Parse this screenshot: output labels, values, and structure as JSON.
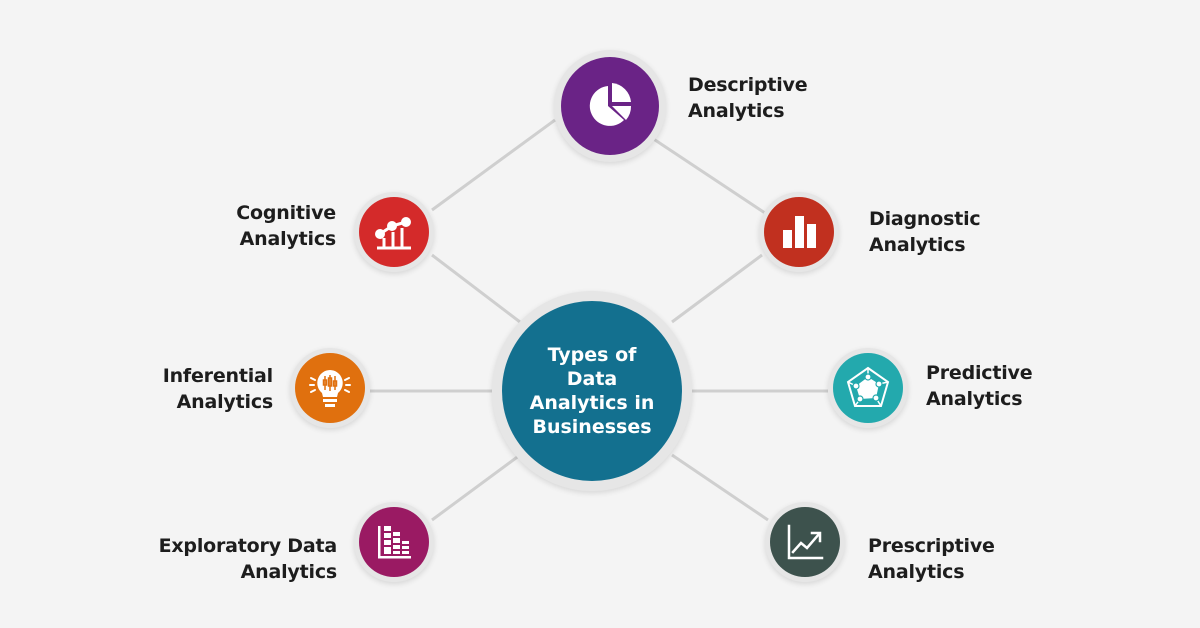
{
  "center": {
    "lines": [
      "Types of",
      "Data",
      "Analytics in",
      "Businesses"
    ],
    "color": "#13708f"
  },
  "nodes": [
    {
      "id": "descriptive",
      "lines": [
        "Descriptive",
        "Analytics"
      ],
      "icon": "pie-chart-icon",
      "color": "#6a2386"
    },
    {
      "id": "cognitive",
      "lines": [
        "Cognitive",
        "Analytics"
      ],
      "icon": "line-bar-chart-icon",
      "color": "#d42a2a"
    },
    {
      "id": "diagnostic",
      "lines": [
        "Diagnostic",
        "Analytics"
      ],
      "icon": "bar-chart-icon",
      "color": "#c1301f"
    },
    {
      "id": "inferential",
      "lines": [
        "Inferential",
        "Analytics"
      ],
      "icon": "lightbulb-icon",
      "color": "#e0700e"
    },
    {
      "id": "predictive",
      "lines": [
        "Predictive",
        "Analytics"
      ],
      "icon": "radar-chart-icon",
      "color": "#23a9ad"
    },
    {
      "id": "exploratory",
      "lines": [
        "Exploratory Data",
        "Analytics"
      ],
      "icon": "stacked-bar-chart-icon",
      "color": "#9a1a63"
    },
    {
      "id": "prescriptive",
      "lines": [
        "Prescriptive",
        "Analytics"
      ],
      "icon": "trend-up-chart-icon",
      "color": "#3d524d"
    }
  ]
}
